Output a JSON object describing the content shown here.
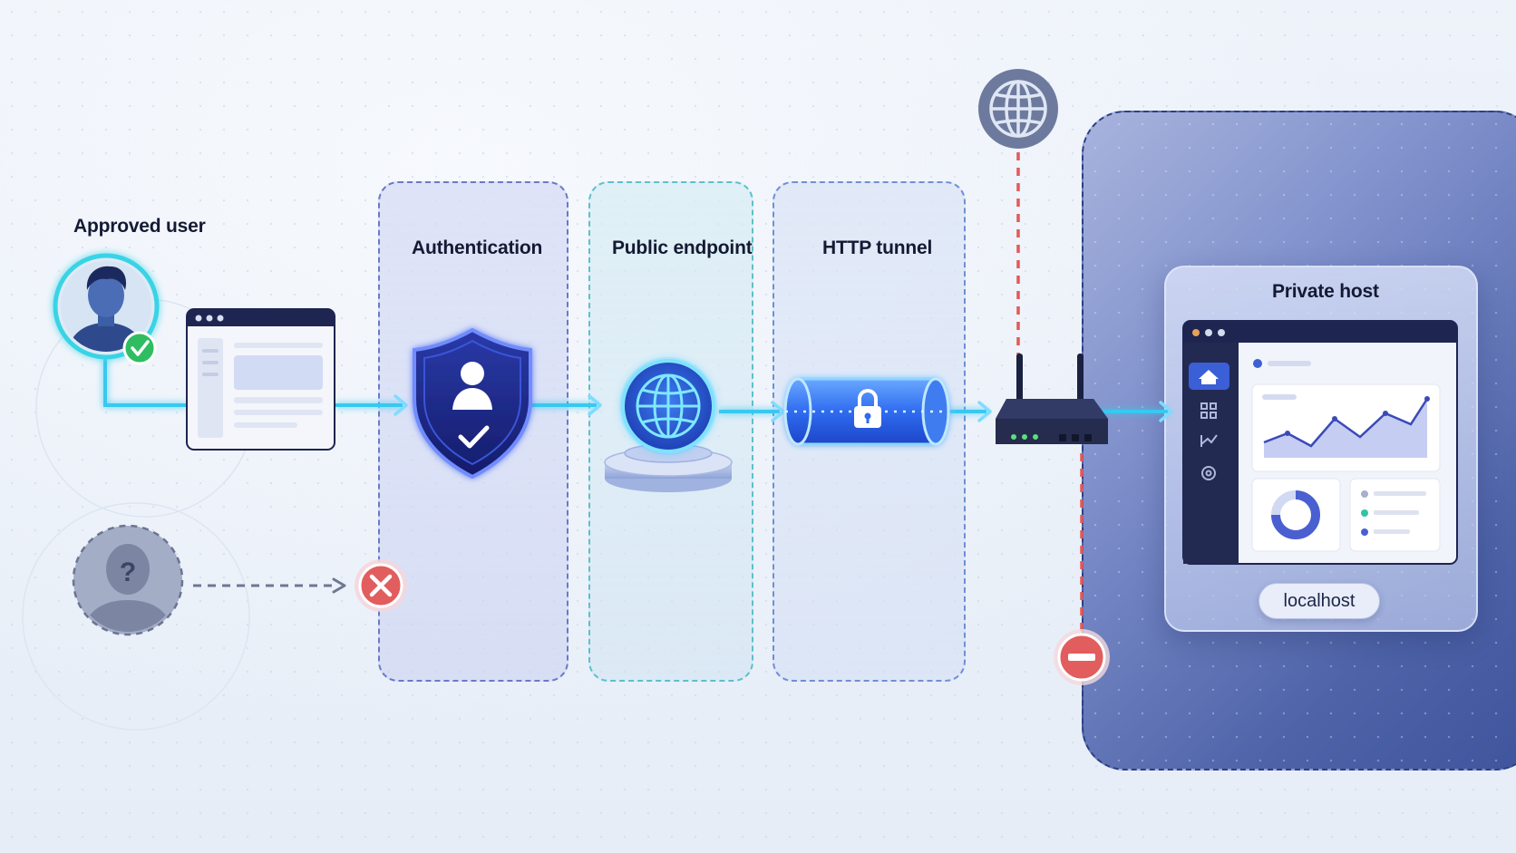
{
  "labels": {
    "approved_user": "Approved user",
    "authentication": "Authentication",
    "public_endpoint": "Public endpoint",
    "http_tunnel": "HTTP tunnel",
    "private_host": "Private host",
    "localhost": "localhost"
  },
  "colors": {
    "flow": "#38c8f0",
    "deny": "#e05a5a",
    "zone": "#3e549c",
    "accept": "#2fbd62"
  },
  "icons": [
    "approved-user-avatar-icon",
    "browser-window-icon",
    "shield-user-check-icon",
    "globe-endpoint-icon",
    "tunnel-lock-icon",
    "router-icon",
    "internet-globe-icon",
    "unknown-user-icon",
    "deny-x-icon",
    "blocked-minus-icon",
    "dashboard-icon"
  ]
}
